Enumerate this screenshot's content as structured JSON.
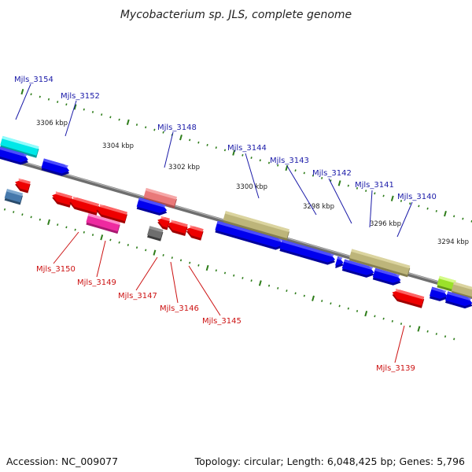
{
  "title": "Mycobacterium sp. JLS, complete genome",
  "footer": {
    "accession": "Accession: NC_009077",
    "topology": "Topology: circular; Length: 6,048,425 bp; Genes: 5,796"
  },
  "colors": {
    "forward_label": "#1a1aa8",
    "reverse_label": "#cc1111",
    "backbone": "#6e6e6e",
    "tick": "#2e7d1a"
  },
  "tick_labels": [
    "3306 kbp",
    "3304 kbp",
    "3302 kbp",
    "3300 kbp",
    "3298 kbp",
    "3296 kbp",
    "3294 kbp"
  ],
  "genes": [
    {
      "label": "Mjls_3154",
      "strand": "forward",
      "color": "cyan"
    },
    {
      "label": "Mjls_3152",
      "strand": "forward",
      "color": "blue"
    },
    {
      "label": "Mjls_3148",
      "strand": "forward",
      "color": "salmon"
    },
    {
      "label": "Mjls_3144",
      "strand": "forward",
      "color": "khaki"
    },
    {
      "label": "Mjls_3143",
      "strand": "forward",
      "color": "blue"
    },
    {
      "label": "Mjls_3142",
      "strand": "forward",
      "color": "khaki"
    },
    {
      "label": "Mjls_3141",
      "strand": "forward",
      "color": "blue"
    },
    {
      "label": "Mjls_3140",
      "strand": "forward",
      "color": "blue"
    },
    {
      "label": "Mjls_3150",
      "strand": "reverse",
      "color": "red"
    },
    {
      "label": "Mjls_3149",
      "strand": "reverse",
      "color": "magenta"
    },
    {
      "label": "Mjls_3147",
      "strand": "reverse",
      "color": "gray"
    },
    {
      "label": "Mjls_3146",
      "strand": "reverse",
      "color": "red"
    },
    {
      "label": "Mjls_3145",
      "strand": "reverse",
      "color": "red"
    },
    {
      "label": "Mjls_3139",
      "strand": "reverse",
      "color": "red"
    }
  ]
}
